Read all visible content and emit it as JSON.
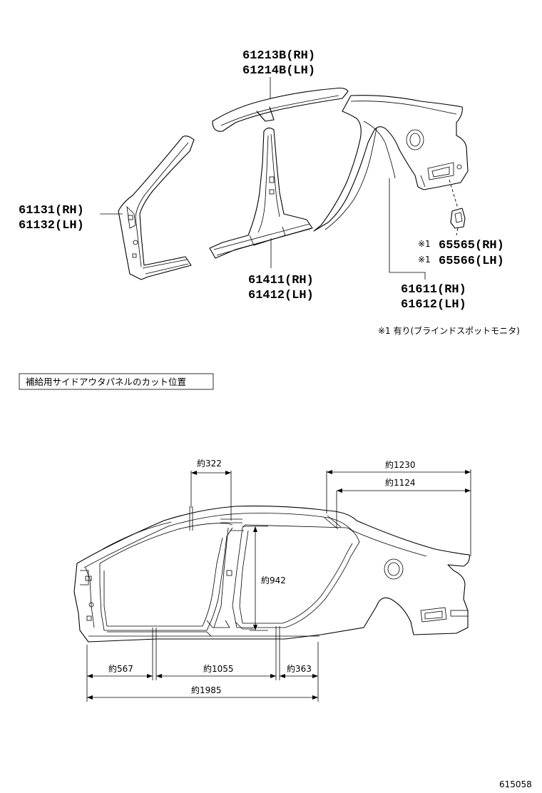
{
  "parts": {
    "roof_rail_rh": "61213B(RH)",
    "roof_rail_lh": "61214B(LH)",
    "front_pillar_rh": "61131(RH)",
    "front_pillar_lh": "61132(LH)",
    "center_pillar_rh": "61411(RH)",
    "center_pillar_lh": "61412(LH)",
    "quarter_panel_rh": "61611(RH)",
    "quarter_panel_lh": "61612(LH)",
    "monitor_rh": "65565(RH)",
    "monitor_lh": "65566(LH)",
    "monitor_mark": "※1"
  },
  "note": "※1 有り(ブラインドスポットモニタ)",
  "cut_section_label": "補給用サイドアウタパネルのカット位置",
  "dimensions": {
    "d322": "約322",
    "d1230": "約1230",
    "d1124": "約1124",
    "d942": "約942",
    "d567": "約567",
    "d1055": "約1055",
    "d363": "約363",
    "d1985": "約1985"
  },
  "figure_number": "615058"
}
